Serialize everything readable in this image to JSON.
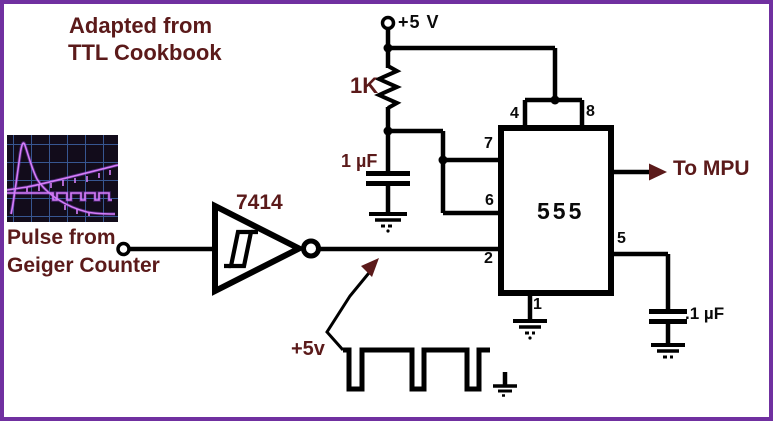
{
  "frame": {
    "border_color": "#7030a0",
    "background": "#ffffff"
  },
  "palette": {
    "annotation_text": "#5b1a1a",
    "line_black": "#0a0a0a",
    "scope_background": "#120c1b",
    "scope_grid": "#3c5e9e",
    "scope_trace": "#d67df8"
  },
  "title": {
    "line1": "Adapted from",
    "line2": "TTL Cookbook"
  },
  "input_caption": {
    "line1": "Pulse from",
    "line2": "Geiger Counter"
  },
  "components": {
    "inverter": "7414",
    "timer_ic": "555",
    "resistor": "1K",
    "timing_capacitor": "1 µF",
    "bypass_capacitor": ".1 µF",
    "supply": "+5 V",
    "pulse_level": "+5v",
    "output": "To MPU"
  },
  "timer_pins": {
    "pin1": "1",
    "pin2": "2",
    "pin4": "4",
    "pin5": "5",
    "pin6": "6",
    "pin7": "7",
    "pin8": "8"
  }
}
